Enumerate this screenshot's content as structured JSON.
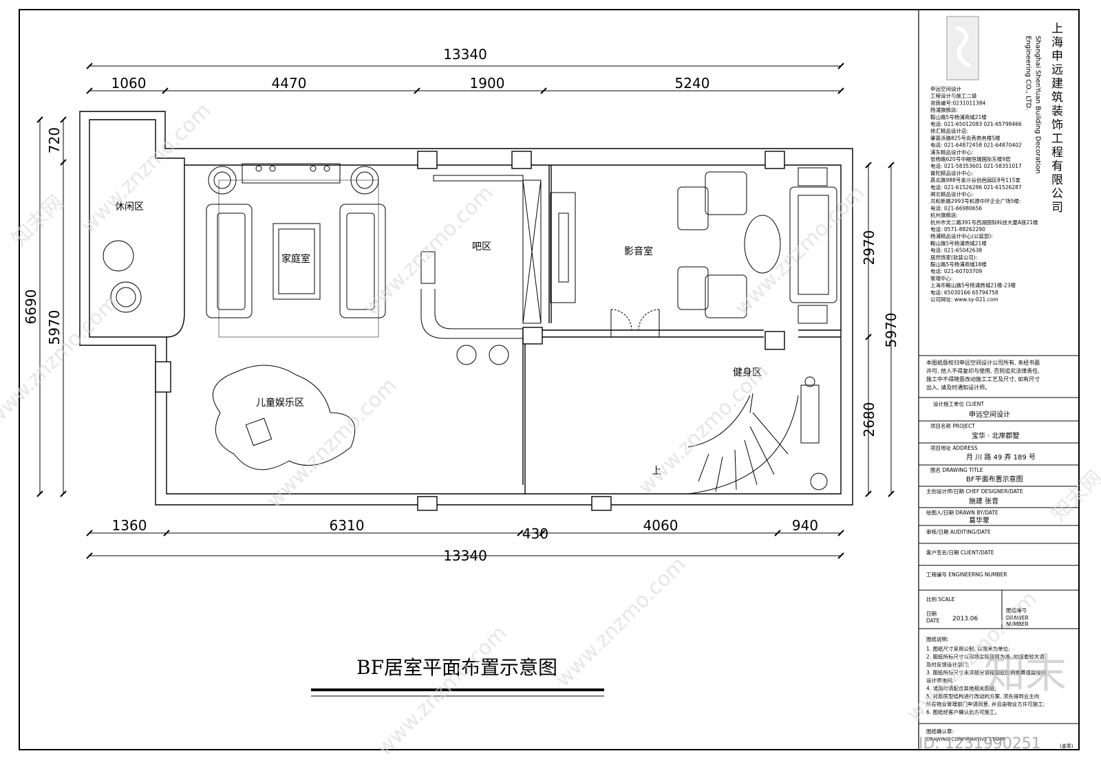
{
  "drawing": {
    "title": "BF居室平面布置示意图"
  },
  "dimensions": {
    "top_total": "13340",
    "top_segments": [
      "1060",
      "4470",
      "1900",
      "5240"
    ],
    "bottom_segments": [
      "1360",
      "6310",
      "430",
      "4060",
      "940"
    ],
    "bottom_total": "13340",
    "left_outer": "6690",
    "left_inner_top": "720",
    "left_inner_bottom": "5970",
    "right_top": "2970",
    "right_bottom": "2680",
    "right_total": "5970"
  },
  "rooms": {
    "leisure": "休闲区",
    "family": "家庭室",
    "bar": "吧区",
    "theater": "影音室",
    "kids": "儿童娱乐区",
    "gym": "健身区",
    "stair_up": "上"
  },
  "company": {
    "name_cn": "上海申远建筑装饰工程有限公司",
    "name_en_1": "Shanghai ShenYuan Building Decoration",
    "name_en_2": "Engineering CO., LTD."
  },
  "info_lines": [
    "申远空间设计",
    "工程设计与施工二级",
    "资质编号:0231011384",
    "杨浦旗舰店:",
    "鞍山路5号杨浦商城21楼",
    "电话: 021-65012083 021-65798466",
    "徐汇精品设计店:",
    "肇嘉浜路825号尚秀商务楼5楼",
    "电话: 021-64872458 021-64870402",
    "浦东精品设计中心:",
    "张杨路620号中融恒瑞国际东楼9层",
    "电话: 021-58353601 021-58351017",
    "普陀精品设计中心:",
    "真北路988号金沙谷创邑园区8号115室",
    "电话: 021-61526286 021-61526287",
    "闸北精品设计中心:",
    "共和新路2993号和源中环企业广场5楼:",
    "电话: 021-66980656",
    "杭州旗舰店:",
    "杭州市文二路391号西湖国际科技大厦A座21楼",
    "电话: 0571-88262290",
    "杨浦精品设计中心(公装部):",
    "鞍山路5号杨浦商城21楼",
    "电话: 021-65042638",
    "居然饰家(软装公司):",
    "鞍山路5号杨浦商城18楼",
    "电话: 021-60703709",
    "管理中心:",
    "上海市鞍山路5号杨浦商城21楼-23楼",
    "电话: 65030166 65794758",
    "公司网址: www.sy-021.com"
  ],
  "copyright": [
    "本图纸版权归申远空间设计公司所有, 未经书面",
    "许可, 他人不得复印与使用, 否则追究法律责任,",
    "施工中不得随意改动施工工艺及尺寸, 如有尺寸",
    "出入, 请及时通知设计师。"
  ],
  "title_block": {
    "client_label": "设计施工单位 CLIENT",
    "client_value": "申远空间设计",
    "project_label": "项目名称 PROJECT",
    "project_value": "宝华 · 北岸郡墅",
    "address_label": "项目地址 ADDRESS",
    "address_value": "月 川 路 49 弄 189 号",
    "drawing_title_label": "图名 DRAWING TITLE",
    "drawing_title_value": "BF平面布置示意图",
    "designer_label": "主创设计师/日期 CHEF DESIGNER/DATE",
    "designer_value": "施建   张音",
    "drawn_label": "绘图人/日期 DRAWN BY/DATE",
    "drawn_value": "葛华蒙",
    "auditing_label": "审核/日期 AUDITING/DATE",
    "client_sign_label": "客户签名/日期 CLIENT/DATE",
    "eng_number_label": "工程编号 ENGINEERNG NUMBER",
    "scale_label": "比例 SCALE",
    "date_label": "日期",
    "date_label_en": "DATE",
    "date_value": "2013.06",
    "drawer_number_label": "图纸编号",
    "drawer_number_en_1": "DRAWER",
    "drawer_number_en_2": "NUMBER",
    "notes_title": "图纸说明:",
    "notes": [
      "1. 图纸尺寸采用公制, 以毫米为单位;",
      "2. 图纸所标尺寸以现场实际放样为准, 如误差较大请",
      "及时反馈设计部门;",
      "3. 图纸所标尺寸未详部分请按图纸比例换算或直接向",
      "设计师询问;",
      "4. 读图时请配合其他相关图纸;",
      "5. 对原房型结构进行改动的方案, 须先得到业主向",
      "所在物业管理部门申请同意, 并且由物业方许可施工;",
      "6. 图纸经客户确认后方可施工。"
    ],
    "confirm_label": "图纸确认章:",
    "confirm_en": "DRAWING CONFIRMATIVE STAMP",
    "confirm_note": "(盖章)"
  },
  "watermark": {
    "text": "www.znzmo.com",
    "brand": "知末网",
    "id_text": "ID: 1231990251",
    "logo_text": "知末"
  }
}
